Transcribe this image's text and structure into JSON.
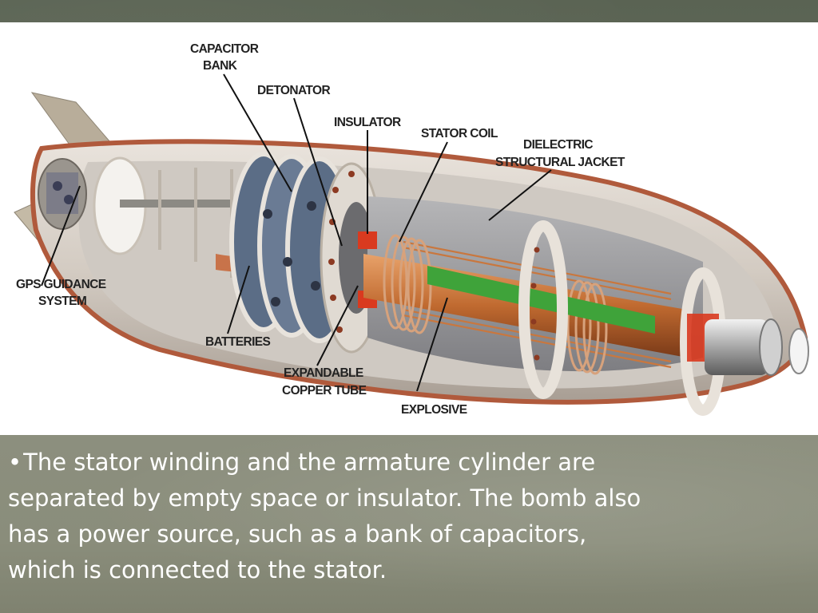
{
  "diagram": {
    "labels": {
      "capacitor_bank_line1": "CAPACITOR",
      "capacitor_bank_line2": "BANK",
      "detonator": "DETONATOR",
      "insulator": "INSULATOR",
      "stator_coil": "STATOR COIL",
      "dielectric_line1": "DIELECTRIC",
      "dielectric_line2": "STRUCTURAL JACKET",
      "gps_line1": "GPS GUIDANCE",
      "gps_line2": "SYSTEM",
      "batteries": "BATTERIES",
      "copper_tube_line1": "EXPANDABLE",
      "copper_tube_line2": "COPPER TUBE",
      "explosive": "EXPLOSIVE"
    },
    "colors": {
      "casing": "#d8d0c8",
      "casing_edge": "#b05a3c",
      "copper": "#c8783c",
      "explosive": "#3fa33a",
      "interior": "#9a9a9c"
    }
  },
  "caption": {
    "bullet": "•",
    "text": "The stator winding and the armature cylinder are separated by empty space or insulator. The bomb also has a power source, such as a bank of capacitors, which is connected to the stator."
  }
}
